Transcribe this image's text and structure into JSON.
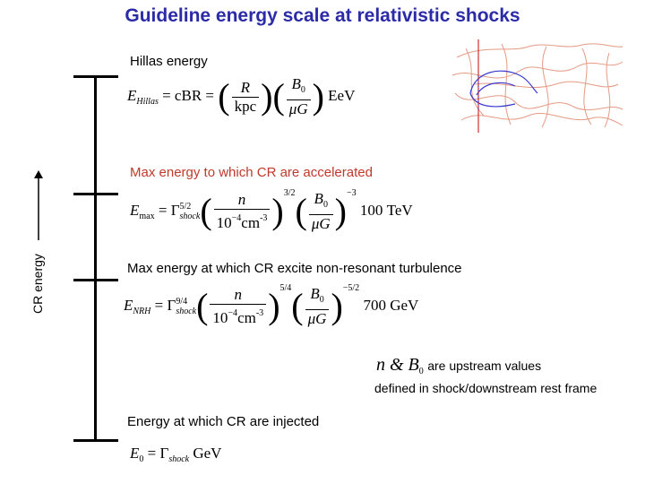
{
  "title": "Guideline energy scale at relativistic shocks",
  "axis_label": "CR energy",
  "levels": [
    {
      "label": "Hillas energy"
    },
    {
      "label": "Max energy to which CR are accelerated"
    },
    {
      "label": "Max energy at which CR excite non-resonant turbulence"
    },
    {
      "label": "Energy at which CR are injected"
    }
  ],
  "eq_hillas": {
    "lhs": "E",
    "lhs_sub": "Hillas",
    "mid": " = cBR = ",
    "f1_num": "R",
    "f1_den": "kpc",
    "f2_num": "B",
    "f2_num_sub": "0",
    "f2_den": "μG",
    "unit": "EeV"
  },
  "eq_max": {
    "lhs": "E",
    "lhs_sub": "max",
    "eq": " = Γ",
    "g_sup": "5/2",
    "g_sub": "shock",
    "f1_num": "n",
    "f1_den": "10",
    "f1_den_sup": "−4",
    "f1_den_unit": "cm",
    "f1_den_unit_sup": "-3",
    "f1_exp": "3/2",
    "f2_num": "B",
    "f2_num_sub": "0",
    "f2_den": "μG",
    "f2_exp": "−3",
    "unit": "100 TeV"
  },
  "eq_nrh": {
    "lhs": "E",
    "lhs_sub": "NRH",
    "eq": " = Γ",
    "g_sup": "9/4",
    "g_sub": "shock",
    "f1_num": "n",
    "f1_den": "10",
    "f1_den_sup": "−4",
    "f1_den_unit": "cm",
    "f1_den_unit_sup": "-3",
    "f1_exp": "5/4",
    "f2_num": "B",
    "f2_num_sub": "0",
    "f2_den": "μG",
    "f2_exp": "−5/2",
    "unit": "700 GeV"
  },
  "eq_inj": {
    "lhs": "E",
    "lhs_sub": "0",
    "eq": " = Γ",
    "g_sub": "shock",
    "unit": "GeV"
  },
  "note": {
    "symbols": "n & B",
    "symbols_sub": "0",
    "line1": "are upstream values",
    "line2": "defined in shock/downstream rest frame"
  },
  "colors": {
    "title": "#2b2ba8",
    "highlight_label": "#c0392b",
    "sketch_lines": "#e59a85",
    "sketch_blue": "#3a3ad0",
    "sketch_axis": "#d03030"
  }
}
